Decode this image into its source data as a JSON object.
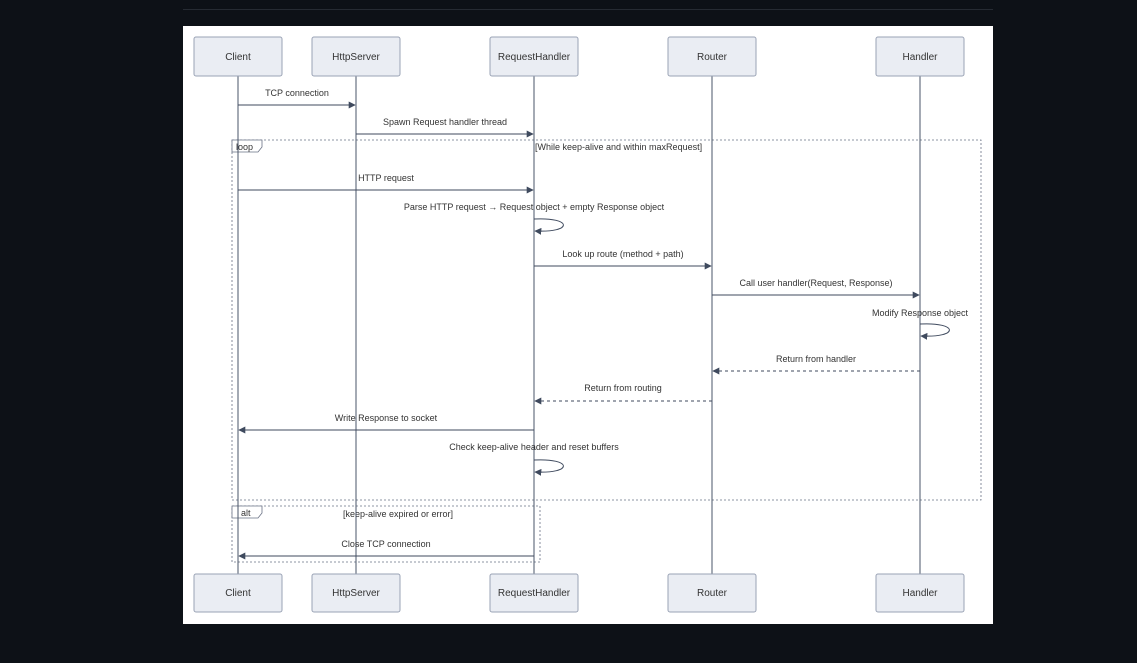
{
  "diagram": {
    "participants": [
      "Client",
      "HttpServer",
      "RequestHandler",
      "Router",
      "Handler"
    ],
    "messages": [
      {
        "label": "TCP connection",
        "from": "Client",
        "to": "HttpServer",
        "style": "solid"
      },
      {
        "label": "Spawn Request handler thread",
        "from": "HttpServer",
        "to": "RequestHandler",
        "style": "solid"
      },
      {
        "label": "HTTP request",
        "from": "Client",
        "to": "RequestHandler",
        "style": "solid"
      },
      {
        "label": "Parse HTTP request → Request object + empty Response object",
        "from": "RequestHandler",
        "to": "RequestHandler",
        "style": "self"
      },
      {
        "label": "Look up route (method + path)",
        "from": "RequestHandler",
        "to": "Router",
        "style": "solid"
      },
      {
        "label": "Call user handler(Request, Response)",
        "from": "Router",
        "to": "Handler",
        "style": "solid"
      },
      {
        "label": "Modify Response object",
        "from": "Handler",
        "to": "Handler",
        "style": "self"
      },
      {
        "label": "Return from handler",
        "from": "Handler",
        "to": "Router",
        "style": "dashed"
      },
      {
        "label": "Return from routing",
        "from": "Router",
        "to": "RequestHandler",
        "style": "dashed"
      },
      {
        "label": "Write Response to socket",
        "from": "RequestHandler",
        "to": "Client",
        "style": "solid"
      },
      {
        "label": "Check keep-alive header and reset buffers",
        "from": "RequestHandler",
        "to": "RequestHandler",
        "style": "self"
      },
      {
        "label": "Close TCP connection",
        "from": "RequestHandler",
        "to": "Client",
        "style": "solid"
      }
    ],
    "frames": [
      {
        "tag": "loop",
        "condition": "[While keep-alive and within maxRequest]"
      },
      {
        "tag": "alt",
        "condition": "[keep-alive expired or error]"
      }
    ],
    "colors": {
      "page_background": "#0d1117",
      "panel_background": "#ffffff",
      "actor_fill": "#eaedf3",
      "actor_stroke": "#9aa3b5",
      "line": "#3f4a5e"
    }
  }
}
